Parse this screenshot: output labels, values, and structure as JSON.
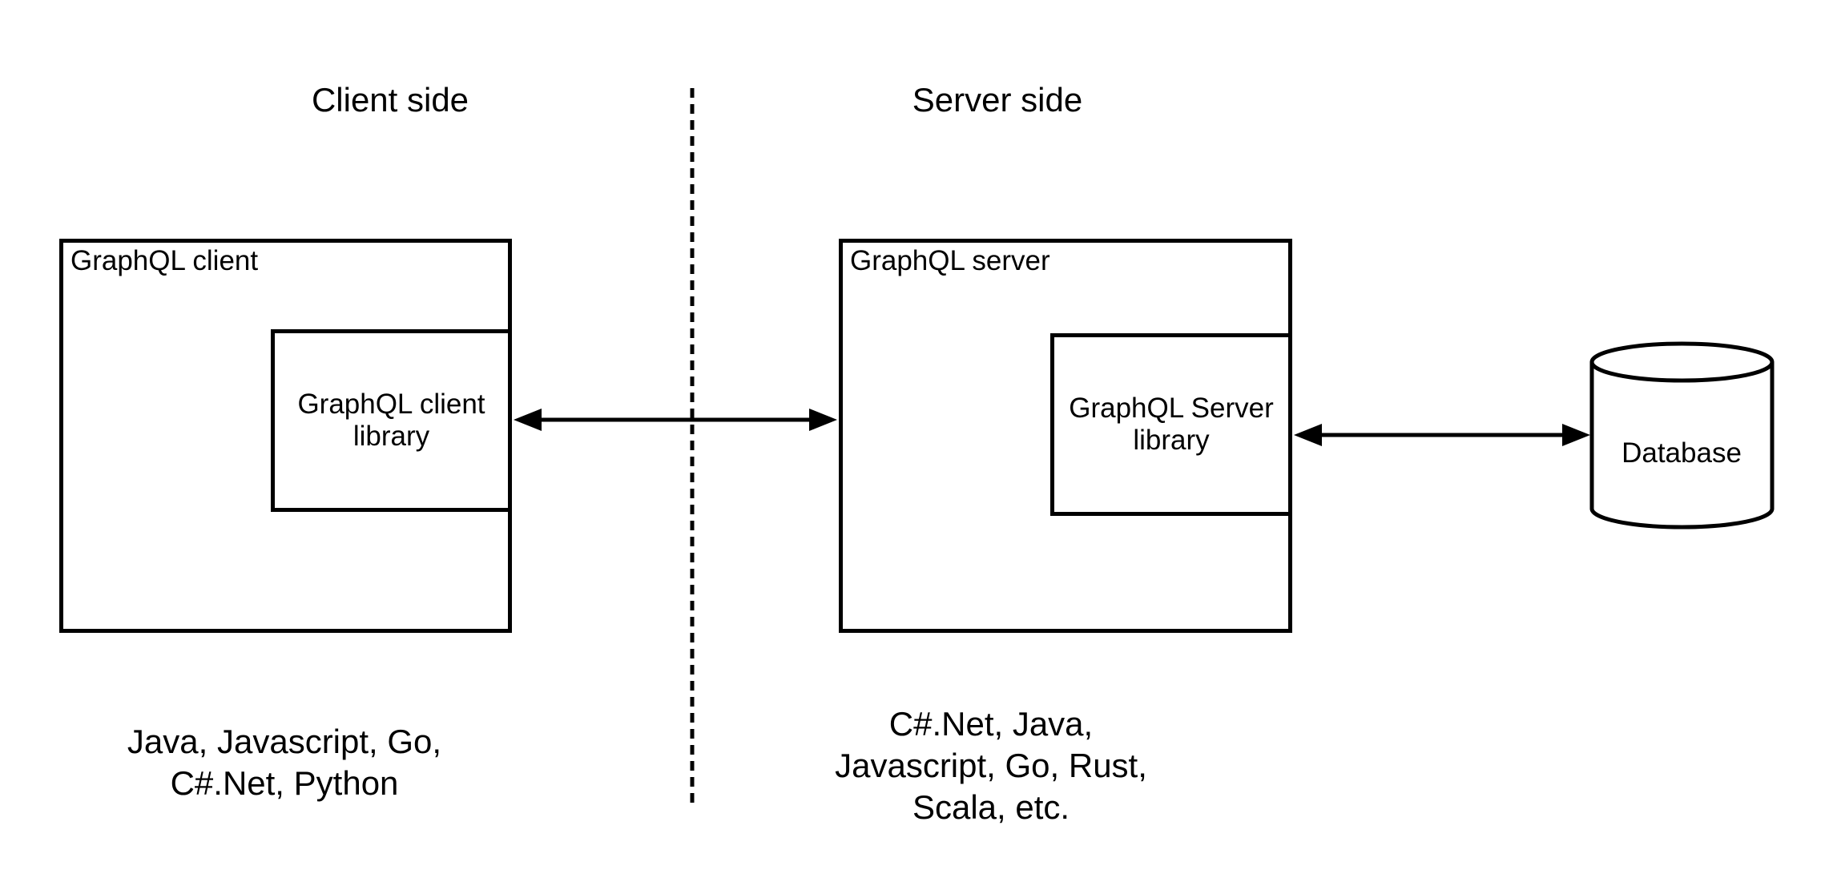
{
  "headings": {
    "client": "Client side",
    "server": "Server side"
  },
  "client": {
    "box_label": "GraphQL client",
    "library_label": "GraphQL client\nlibrary",
    "languages": "Java, Javascript, Go,\nC#.Net, Python"
  },
  "server": {
    "box_label": "GraphQL server",
    "library_label": "GraphQL Server\nlibrary",
    "languages": "C#.Net, Java,\nJavascript, Go, Rust,\nScala, etc."
  },
  "database": {
    "label": "Database"
  },
  "colors": {
    "stroke": "#000000",
    "background": "#ffffff",
    "text": "#000000"
  }
}
